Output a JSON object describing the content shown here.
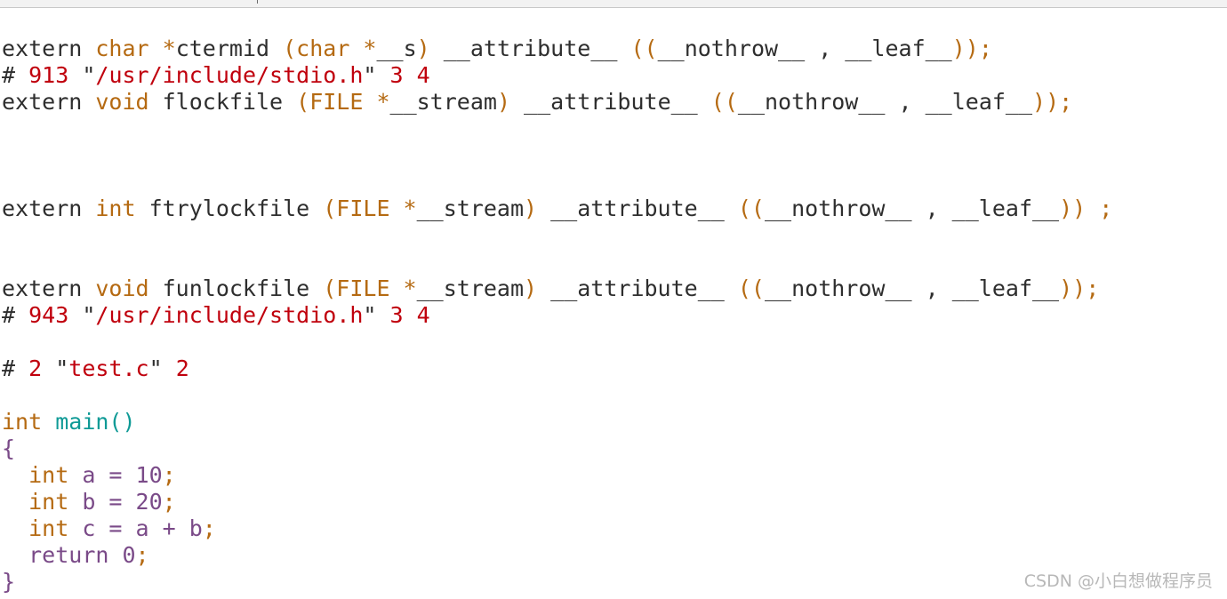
{
  "code_lines": [
    [
      {
        "t": "extern ",
        "c": "pl"
      },
      {
        "t": "char",
        "c": "kw"
      },
      {
        "t": " ",
        "c": "pl"
      },
      {
        "t": "*",
        "c": "kw"
      },
      {
        "t": "ctermid ",
        "c": "pl"
      },
      {
        "t": "(char *",
        "c": "kw"
      },
      {
        "t": "__s",
        "c": "pl"
      },
      {
        "t": ")",
        "c": "kw"
      },
      {
        "t": " __attribute__ ",
        "c": "pl"
      },
      {
        "t": "((",
        "c": "kw"
      },
      {
        "t": "__nothrow__ , __leaf__",
        "c": "pl"
      },
      {
        "t": "));",
        "c": "kw"
      }
    ],
    [
      {
        "t": "# ",
        "c": "pl"
      },
      {
        "t": "913",
        "c": "st"
      },
      {
        "t": " ",
        "c": "pl"
      },
      {
        "t": "\"",
        "c": "pl"
      },
      {
        "t": "/usr/include/stdio.h",
        "c": "st"
      },
      {
        "t": "\"",
        "c": "pl"
      },
      {
        "t": " 3 4",
        "c": "st"
      }
    ],
    [
      {
        "t": "extern ",
        "c": "pl"
      },
      {
        "t": "void",
        "c": "kw"
      },
      {
        "t": " flockfile ",
        "c": "pl"
      },
      {
        "t": "(FILE *",
        "c": "kw"
      },
      {
        "t": "__stream",
        "c": "pl"
      },
      {
        "t": ")",
        "c": "kw"
      },
      {
        "t": " __attribute__ ",
        "c": "pl"
      },
      {
        "t": "((",
        "c": "kw"
      },
      {
        "t": "__nothrow__ , __leaf__",
        "c": "pl"
      },
      {
        "t": "));",
        "c": "kw"
      }
    ],
    [],
    [],
    [],
    [
      {
        "t": "extern ",
        "c": "pl"
      },
      {
        "t": "int",
        "c": "kw"
      },
      {
        "t": " ftrylockfile ",
        "c": "pl"
      },
      {
        "t": "(FILE *",
        "c": "kw"
      },
      {
        "t": "__stream",
        "c": "pl"
      },
      {
        "t": ")",
        "c": "kw"
      },
      {
        "t": " __attribute__ ",
        "c": "pl"
      },
      {
        "t": "((",
        "c": "kw"
      },
      {
        "t": "__nothrow__ , __leaf__",
        "c": "pl"
      },
      {
        "t": ")) ;",
        "c": "kw"
      }
    ],
    [],
    [],
    [
      {
        "t": "extern ",
        "c": "pl"
      },
      {
        "t": "void",
        "c": "kw"
      },
      {
        "t": " funlockfile ",
        "c": "pl"
      },
      {
        "t": "(FILE *",
        "c": "kw"
      },
      {
        "t": "__stream",
        "c": "pl"
      },
      {
        "t": ")",
        "c": "kw"
      },
      {
        "t": " __attribute__ ",
        "c": "pl"
      },
      {
        "t": "((",
        "c": "kw"
      },
      {
        "t": "__nothrow__ , __leaf__",
        "c": "pl"
      },
      {
        "t": "));",
        "c": "kw"
      }
    ],
    [
      {
        "t": "# ",
        "c": "pl"
      },
      {
        "t": "943",
        "c": "st"
      },
      {
        "t": " ",
        "c": "pl"
      },
      {
        "t": "\"",
        "c": "pl"
      },
      {
        "t": "/usr/include/stdio.h",
        "c": "st"
      },
      {
        "t": "\"",
        "c": "pl"
      },
      {
        "t": " 3 4",
        "c": "st"
      }
    ],
    [],
    [
      {
        "t": "# ",
        "c": "pl"
      },
      {
        "t": "2",
        "c": "st"
      },
      {
        "t": " ",
        "c": "pl"
      },
      {
        "t": "\"",
        "c": "pl"
      },
      {
        "t": "test.c",
        "c": "st"
      },
      {
        "t": "\"",
        "c": "pl"
      },
      {
        "t": " 2",
        "c": "st"
      }
    ],
    [],
    [
      {
        "t": "int",
        "c": "kw"
      },
      {
        "t": " ",
        "c": "pl"
      },
      {
        "t": "main()",
        "c": "fn"
      }
    ],
    [
      {
        "t": "{",
        "c": "id"
      }
    ],
    [
      {
        "t": "  ",
        "c": "pl"
      },
      {
        "t": "int",
        "c": "kw"
      },
      {
        "t": " a = 10",
        "c": "id"
      },
      {
        "t": ";",
        "c": "kw"
      }
    ],
    [
      {
        "t": "  ",
        "c": "pl"
      },
      {
        "t": "int",
        "c": "kw"
      },
      {
        "t": " b = 20",
        "c": "id"
      },
      {
        "t": ";",
        "c": "kw"
      }
    ],
    [
      {
        "t": "  ",
        "c": "pl"
      },
      {
        "t": "int",
        "c": "kw"
      },
      {
        "t": " c = a + b",
        "c": "id"
      },
      {
        "t": ";",
        "c": "kw"
      }
    ],
    [
      {
        "t": "  ",
        "c": "pl"
      },
      {
        "t": "return 0",
        "c": "id"
      },
      {
        "t": ";",
        "c": "kw"
      }
    ],
    [
      {
        "t": "}",
        "c": "id"
      }
    ]
  ],
  "watermark": "CSDN @小白想做程序员",
  "colors": {
    "plain": "#2e2e2e",
    "keyword": "#b56a12",
    "string": "#c0000d",
    "function": "#0f9a96",
    "identifier": "#7a4a88"
  }
}
